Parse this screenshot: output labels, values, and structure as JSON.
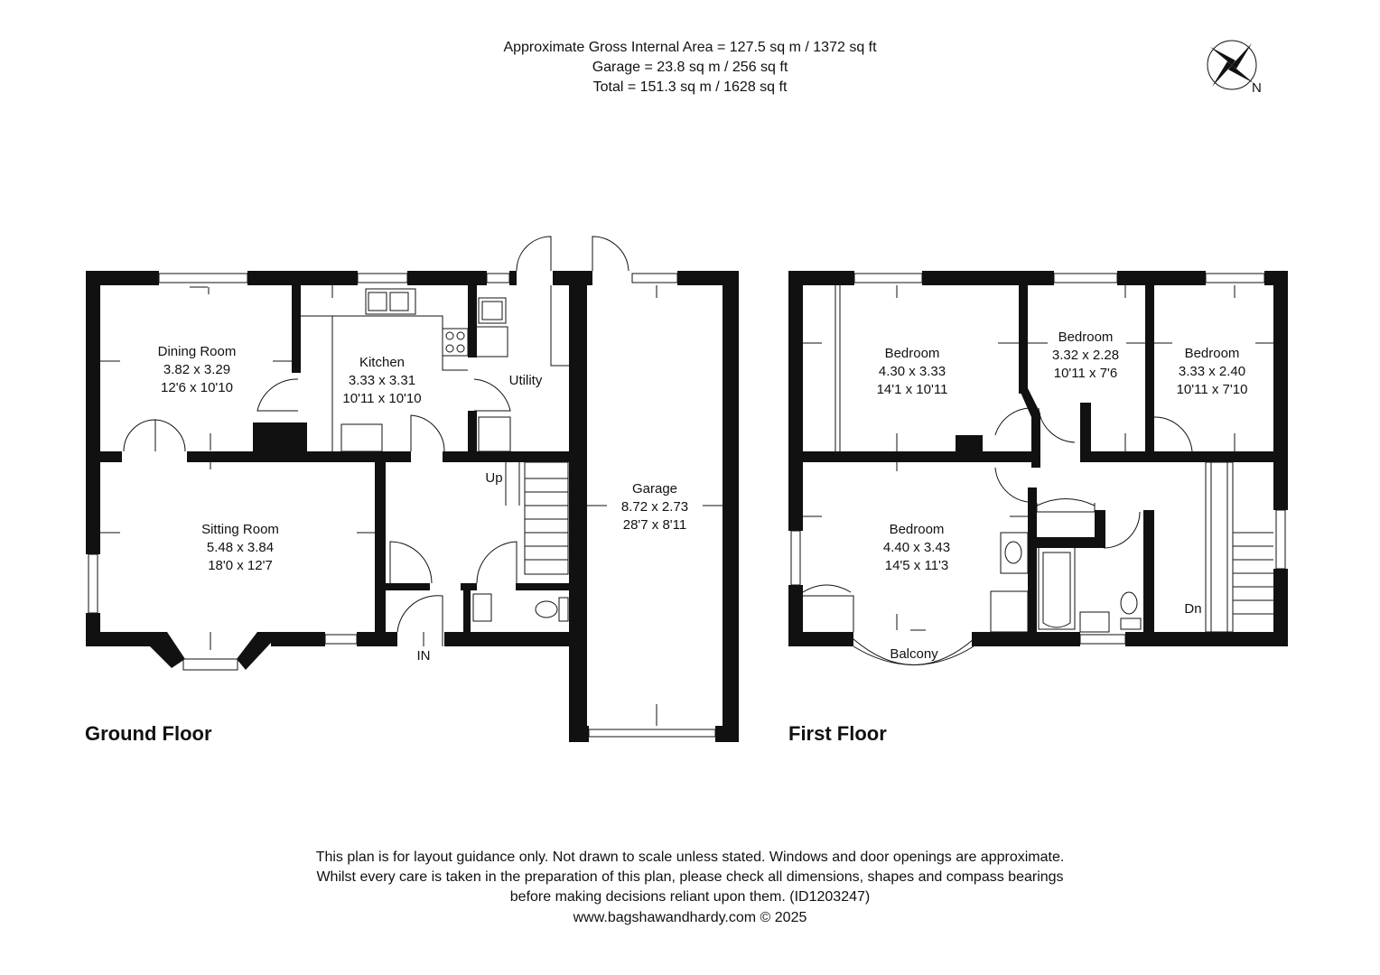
{
  "header": {
    "line1": "Approximate Gross Internal Area = 127.5 sq m / 1372 sq ft",
    "line2": "Garage = 23.8 sq m / 256 sq ft",
    "line3": "Total = 151.3 sq m / 1628 sq ft"
  },
  "compass": {
    "label": "N",
    "icon": "compass-rose-icon"
  },
  "ground_floor": {
    "title": "Ground Floor",
    "rooms": {
      "dining": {
        "name": "Dining Room",
        "metric": "3.82 x 3.29",
        "imperial": "12'6 x 10'10"
      },
      "kitchen": {
        "name": "Kitchen",
        "metric": "3.33 x 3.31",
        "imperial": "10'11 x 10'10"
      },
      "utility": {
        "name": "Utility"
      },
      "sitting": {
        "name": "Sitting Room",
        "metric": "5.48 x 3.84",
        "imperial": "18'0 x 12'7"
      },
      "garage": {
        "name": "Garage",
        "metric": "8.72 x 2.73",
        "imperial": "28'7 x 8'11"
      }
    },
    "up_label": "Up",
    "entrance_label": "IN"
  },
  "first_floor": {
    "title": "First Floor",
    "rooms": {
      "bed1": {
        "name": "Bedroom",
        "metric": "4.30 x 3.33",
        "imperial": "14'1 x 10'11"
      },
      "bed2": {
        "name": "Bedroom",
        "metric": "3.32 x 2.28",
        "imperial": "10'11 x 7'6"
      },
      "bed3": {
        "name": "Bedroom",
        "metric": "3.33 x 2.40",
        "imperial": "10'11 x 7'10"
      },
      "bed4": {
        "name": "Bedroom",
        "metric": "4.40 x 3.43",
        "imperial": "14'5 x 11'3"
      }
    },
    "balcony_label": "Balcony",
    "down_label": "Dn"
  },
  "footer": {
    "line1": "This plan is for layout guidance only. Not drawn to scale unless stated. Windows and door openings are approximate.",
    "line2": "Whilst every care is taken in the preparation of this plan, please check all dimensions, shapes and compass bearings",
    "line3": "before making decisions reliant upon them. (ID1203247)",
    "line4": "www.bagshawandhardy.com © 2025"
  }
}
